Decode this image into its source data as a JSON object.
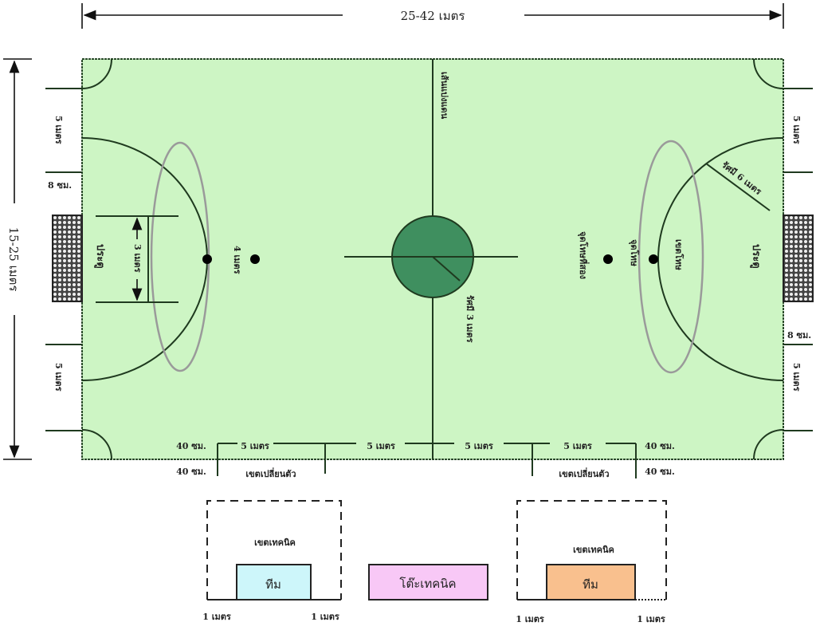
{
  "dimensions": {
    "length": "25-42 เมตร",
    "width": "15-25 เมตร"
  },
  "field": {
    "halfway_line": "เส้นแบ่งแดน",
    "center_radius": "รัศมี 3 เมตร",
    "penalty_radius": "รัศมี 6 เมตร",
    "goal_left": "ประตู",
    "goal_right": "ประตู",
    "goal_width": "3 เมตร",
    "penalty_distance": "4 เมตร",
    "penalty_mark": "จุดโทษ",
    "second_penalty_mark": "จุดโทษที่สอง",
    "penalty_area": "เขตโทษ"
  },
  "side_marks": {
    "left_top": "5 เมตร",
    "left_gap": "8 ซม.",
    "left_bottom": "5 เมตร",
    "right_top": "5 เมตร",
    "right_gap": "8 ซม.",
    "right_bottom": "5 เมตร"
  },
  "bottom_marks": {
    "top_row": [
      "40 ซม.",
      "5 เมตร",
      "5 เมตร",
      "5 เมตร",
      "5 เมตร",
      "40 ซม."
    ],
    "bottom_left_cm": "40 ซม.",
    "bottom_right_cm": "40 ซม.",
    "sub_zone_left": "เขตเปลี่ยนตัว",
    "sub_zone_right": "เขตเปลี่ยนตัว"
  },
  "technical": {
    "left_area": "เขตเทคนิค",
    "right_area": "เขตเทคนิค",
    "left_team": "ทีม",
    "right_team": "ทีม",
    "table": "โต๊ะเทคนิค",
    "left_1m_a": "1 เมตร",
    "left_1m_b": "1 เมตร",
    "right_1m_a": "1 เมตร",
    "right_1m_b": "1 เมตร"
  },
  "colors": {
    "pitch": "#cdf5c4",
    "center_circle": "#3f8f5f",
    "team_left": "#cdf6fa",
    "table": "#f8c8f6",
    "team_right": "#f9c08e"
  }
}
